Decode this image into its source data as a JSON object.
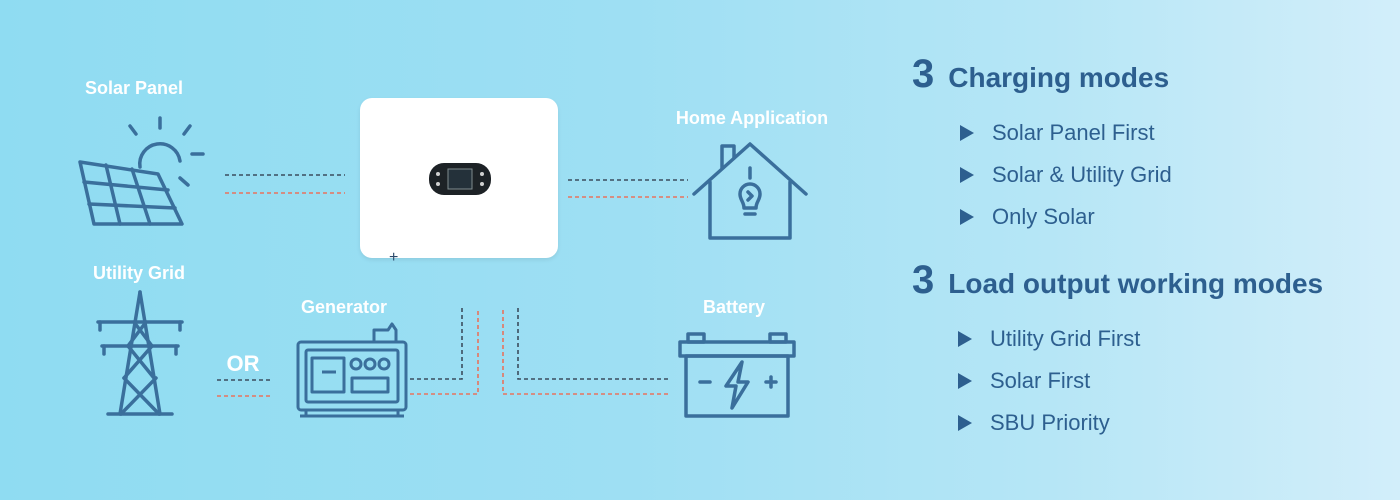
{
  "diagram": {
    "nodes": {
      "solar_panel": "Solar Panel",
      "utility_grid": "Utility Grid",
      "generator": "Generator",
      "home_application": "Home Application",
      "battery": "Battery",
      "or_text": "OR"
    },
    "wire_colors": {
      "neutral": "#3b4d5e",
      "live": "#e8735e"
    },
    "icon_color": "#3a6f9c"
  },
  "panel": {
    "charging": {
      "number": "3",
      "title": "Charging modes",
      "items": [
        "Solar Panel First",
        "Solar & Utility Grid",
        "Only Solar"
      ]
    },
    "load": {
      "number": "3",
      "title": "Load output working modes",
      "items": [
        "Utility Grid First",
        "Solar First",
        "SBU Priority"
      ]
    }
  }
}
